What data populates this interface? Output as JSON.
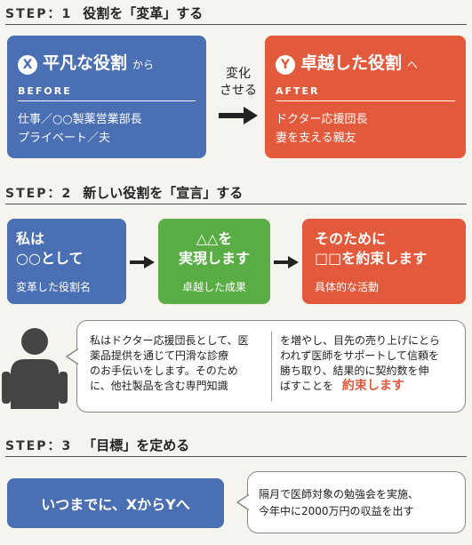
{
  "step1": {
    "label": "STEP：1",
    "title": "役割を「変革」する",
    "from": {
      "badge": "X",
      "title": "平凡な役割",
      "suffix": "から",
      "tag": "BEFORE",
      "line1": "仕事／○○製薬営業部長",
      "line2": "プライベート／夫"
    },
    "change_line1": "変化",
    "change_line2": "させる",
    "to": {
      "badge": "Y",
      "title": "卓越した役割",
      "suffix": "へ",
      "tag": "AFTER",
      "line1": "ドクター応援団長",
      "line2": "妻を支える親友"
    }
  },
  "step2": {
    "label": "STEP：2",
    "title": "新しい役割を「宣言」する",
    "box1": {
      "line1": "私は",
      "line2": "○○として",
      "sub": "変革した役割名"
    },
    "box2": {
      "line1": "△△を",
      "line2": "実現します",
      "sub": "卓越した成果"
    },
    "box3": {
      "line1": "そのために",
      "line2": "□□を約束します",
      "sub": "具体的な活動"
    },
    "speech": {
      "left": [
        "私はドクター応援団長として、医",
        "薬品提供を通じて円滑な診療",
        "のお手伝いをします。そのため",
        "に、他社製品を含む専門知識"
      ],
      "right": [
        "を増やし、目先の売り上げにとら",
        "われず医師をサポートして信頼を",
        "勝ち取り、結果的に契約数を伸",
        "ばすことを"
      ],
      "emphasis": "約束します"
    }
  },
  "step3": {
    "label": "STEP：3",
    "title": "「目標」を定める",
    "box": "いつまでに、XからYへ",
    "bubble_line1": "隔月で医師対象の勉強会を実施、",
    "bubble_line2": "今年中に2000万円の収益を出す"
  },
  "colors": {
    "blue": "#4a6fb3",
    "orange": "#e2593b",
    "green": "#5aad45",
    "emphasis": "#e2593b"
  }
}
